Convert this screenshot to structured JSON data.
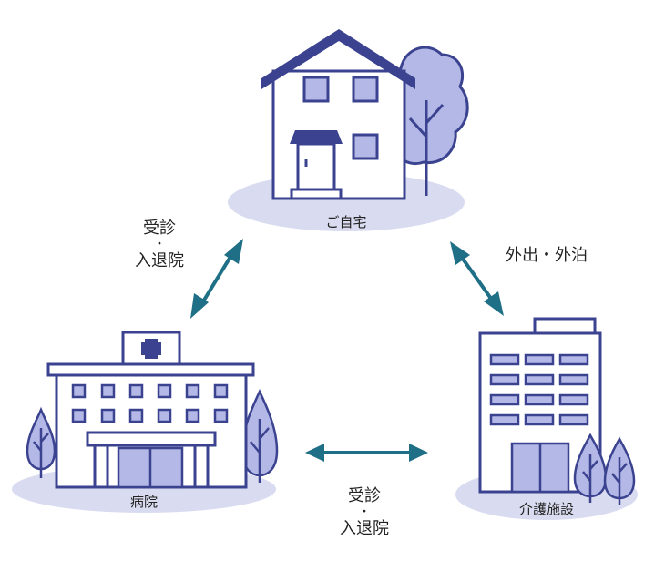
{
  "nodes": {
    "home": "ご自宅",
    "hospital": "病院",
    "care_facility": "介護施設"
  },
  "edges": {
    "home_hospital": [
      "受診",
      "・",
      "入退院"
    ],
    "home_care": "外出・外泊",
    "hospital_care": [
      "受診",
      "・",
      "入退院"
    ]
  },
  "colors": {
    "outline": "#3b4390",
    "fill_light": "#ffffff",
    "fill_window": "#b3b8e6",
    "ground": "#d9dcf0",
    "arrow": "#1f6f86",
    "tree": "#b3b8e6"
  },
  "icons": {
    "home": "house-icon",
    "hospital": "hospital-building-icon",
    "care_facility": "apartment-building-icon",
    "tree": "tree-icon",
    "cross": "medical-cross-icon"
  }
}
